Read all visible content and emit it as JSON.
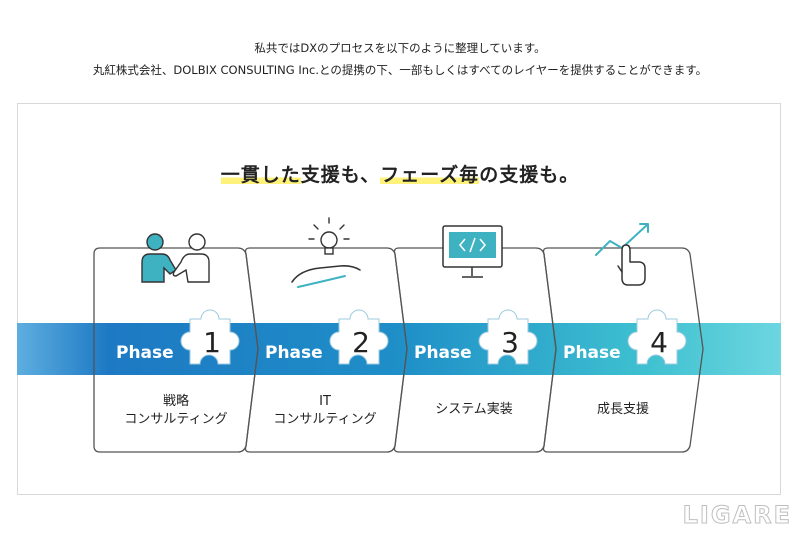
{
  "intro": {
    "line1": "私共ではDXのプロセスを以下のように整理しています。",
    "line2": "丸紅株式会社、DOLBIX CONSULTING Inc.との提携の下、一部もしくはすべてのレイヤーを提供することができます。"
  },
  "headline": {
    "part1": "一貫した",
    "part2": "支援も、",
    "part3": "フェーズ毎",
    "part4": "の支援も。"
  },
  "phases": [
    {
      "label": "Phase",
      "number": "1",
      "line1": "戦略",
      "line2": "コンサルティング",
      "icon": "handshake-icon"
    },
    {
      "label": "Phase",
      "number": "2",
      "line1": "IT",
      "line2": "コンサルティング",
      "icon": "lightbulb-hand-icon"
    },
    {
      "label": "Phase",
      "number": "3",
      "line1": "システム実装",
      "line2": "",
      "icon": "monitor-code-icon"
    },
    {
      "label": "Phase",
      "number": "4",
      "line1": "成長支援",
      "line2": "",
      "icon": "growth-pointer-icon"
    }
  ],
  "colors": {
    "band_start": "#56a6db",
    "band_mid": "#1b78c4",
    "band_end": "#62d3dd",
    "icon_teal": "#3fb2c2",
    "highlight": "#fff27a"
  },
  "watermark": "LIGARE"
}
